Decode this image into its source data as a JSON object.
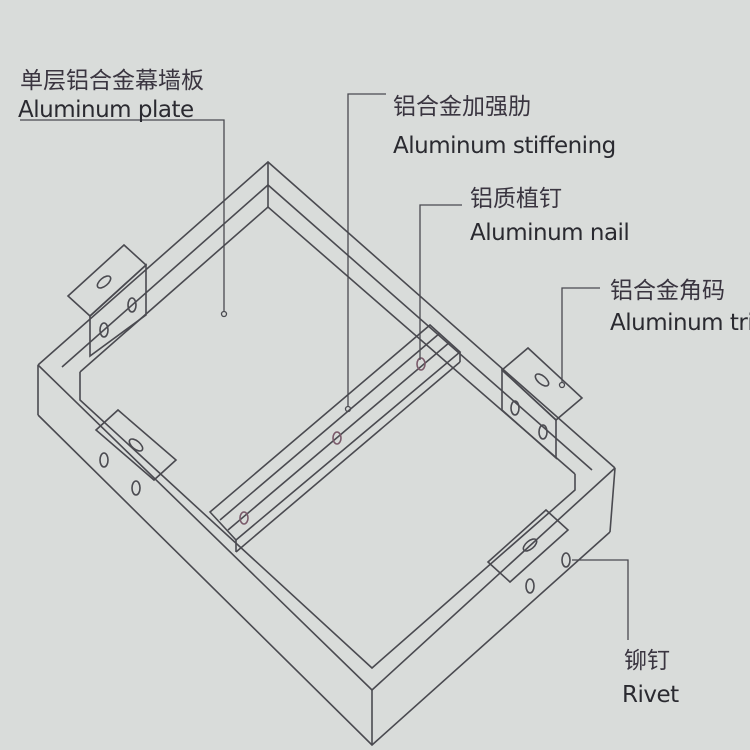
{
  "labels": {
    "plate": {
      "zh": "单层铝合金幕墙板",
      "en": "Aluminum plate"
    },
    "stiffening": {
      "zh": "铝合金加强肋",
      "en": "Aluminum stiffening"
    },
    "nail": {
      "zh": "铝质植钉",
      "en": "Aluminum nail"
    },
    "bracket": {
      "zh": "铝合金角码",
      "en": "Aluminum tria"
    },
    "rivet": {
      "zh": "铆钉",
      "en": "Rivet"
    }
  },
  "colors": {
    "background": "#d9dcda",
    "line": "#4a4a50",
    "nail": "#7a5a6a"
  }
}
